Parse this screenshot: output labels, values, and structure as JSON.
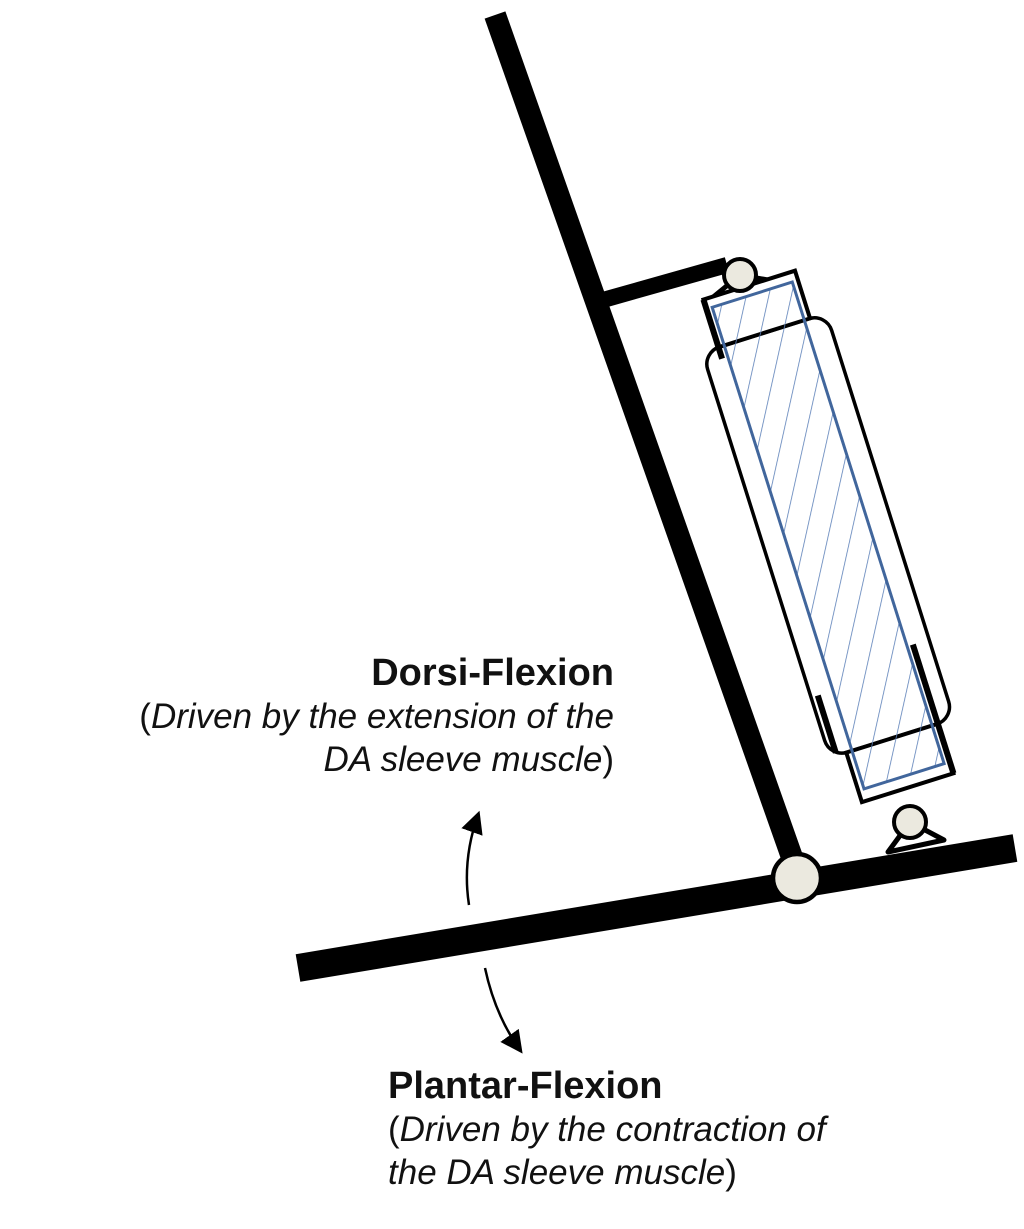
{
  "labels": {
    "dorsi": {
      "title": "Dorsi-Flexion",
      "line1_open": "(",
      "line1_italic": "Driven by the extension of the",
      "line2_italic": "DA sleeve muscle",
      "line2_close": ")"
    },
    "plantar": {
      "title": "Plantar-Flexion",
      "line1_open": "(",
      "line1_italic": "Driven by the contraction of",
      "line2_italic": "the DA sleeve muscle",
      "line2_close": ")"
    }
  },
  "colors": {
    "frame": "#000000",
    "joint_fill": "#ebe9df",
    "muscle_stroke": "#41669c",
    "hatch": "#5b80b8",
    "background": "#ffffff"
  }
}
